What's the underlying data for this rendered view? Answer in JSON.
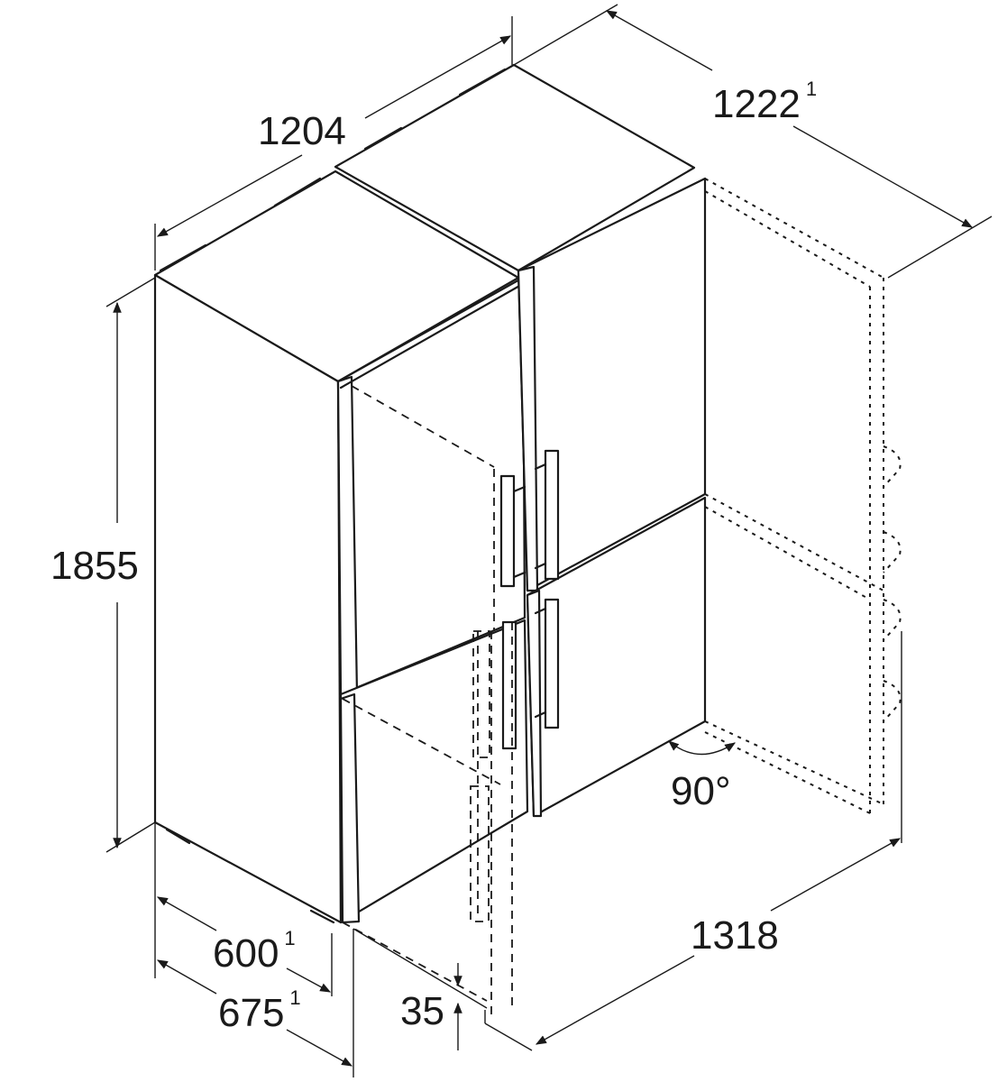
{
  "diagram": {
    "type": "technical-dimension-drawing",
    "subject": "side-by-side fridge-freezer combination, isometric view",
    "units": "mm",
    "colors": {
      "line": "#1a1a1a",
      "background": "#ffffff"
    }
  },
  "dimensions": {
    "total_width": {
      "value": "1204",
      "note": ""
    },
    "width_with_door_open": {
      "value": "1222",
      "note": "1"
    },
    "height": {
      "value": "1855",
      "note": ""
    },
    "depth": {
      "value": "600",
      "note": "1"
    },
    "depth_with_handle": {
      "value": "675",
      "note": "1"
    },
    "door_offset": {
      "value": "35",
      "note": ""
    },
    "depth_door_open": {
      "value": "1318",
      "note": ""
    },
    "door_opening_angle": {
      "value": "90°",
      "note": ""
    }
  }
}
